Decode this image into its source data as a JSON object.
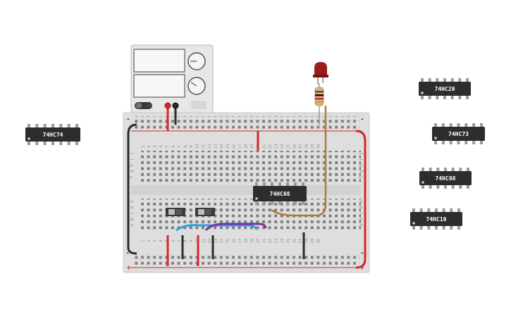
{
  "chips": [
    {
      "id": "chip-74hc74",
      "label": "74HC74"
    },
    {
      "id": "chip-74hc08-board",
      "label": "74HC08"
    },
    {
      "id": "chip-74hc20",
      "label": "74HC20"
    },
    {
      "id": "chip-74hc73",
      "label": "74HC73"
    },
    {
      "id": "chip-74hc08-side",
      "label": "74HC08"
    },
    {
      "id": "chip-74hc10",
      "label": "74HC10"
    }
  ],
  "power_supply": {
    "switch_label": "OFF"
  },
  "breadboard": {
    "column_numbers": [
      "1",
      "2",
      "3",
      "4",
      "5",
      "6",
      "7",
      "8",
      "9",
      "10",
      "11",
      "12",
      "13",
      "14",
      "15",
      "16",
      "17",
      "18",
      "19",
      "20",
      "21",
      "22",
      "23",
      "24",
      "25",
      "26",
      "27",
      "28",
      "29",
      "30"
    ],
    "row_letters_top": [
      "j",
      "i",
      "h",
      "g",
      "f"
    ],
    "row_letters_bottom": [
      "e",
      "d",
      "c",
      "b",
      "a"
    ],
    "rail_plus": "+",
    "rail_minus": "-"
  },
  "colors": {
    "wire_red": "#d9252a",
    "wire_black": "#2b2b2b",
    "wire_blue": "#2f9fd8",
    "wire_purple": "#7b2fa8",
    "wire_brown": "#b07a3a",
    "chip_body": "#2d2d2d",
    "led": "#9c1b1b"
  }
}
